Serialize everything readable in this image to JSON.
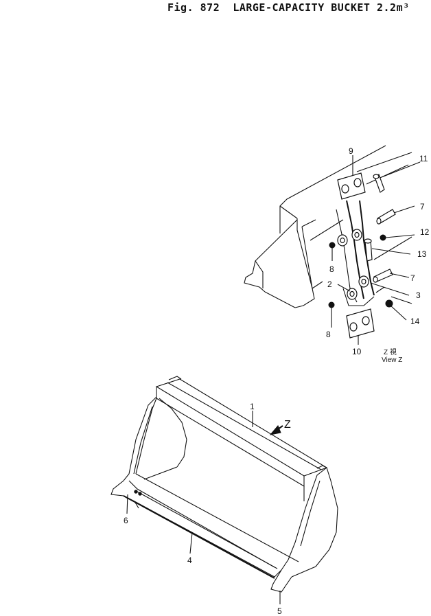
{
  "figure": {
    "fig_number": "Fig. 872",
    "title": "LARGE-CAPACITY BUCKET 2.2m³"
  },
  "callouts": {
    "c1": "1",
    "c2": "2",
    "c3": "3",
    "c4": "4",
    "c5": "5",
    "c6": "6",
    "c7a": "7",
    "c7b": "7",
    "c8a": "8",
    "c8b": "8",
    "c9": "9",
    "c10": "10",
    "c11": "11",
    "c12": "12",
    "c13": "13",
    "c14": "14"
  },
  "view_arrow_label": "Z",
  "view_caption": {
    "line1": "Z 視",
    "line2": "View Z"
  }
}
